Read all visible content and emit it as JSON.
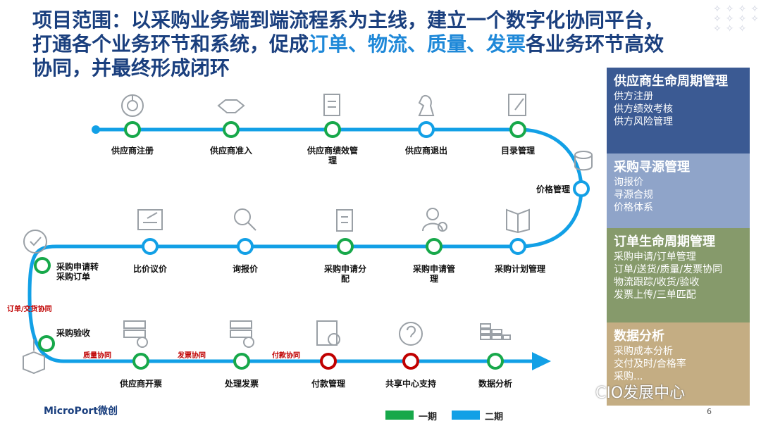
{
  "title": {
    "line1": "项目范围：以采购业务端到端流程系为主线，建立一个数字化协同平台，",
    "line2_a": "打通各个业务环节和系统，促成",
    "line2_hl": "订单、物流、质量、发票",
    "line2_b": "各业务环节高效",
    "line3": "协同，并最终形成闭环"
  },
  "nodes": {
    "n1": "供应商注册",
    "n2": "供应商准入",
    "n3": "供应商绩效管理",
    "n4": "供应商退出",
    "n5": "目录管理",
    "n6": "价格管理",
    "n7": "采购计划管理",
    "n8": "采购申请管理",
    "n9": "采购申请分配",
    "n10": "询报价",
    "n11": "比价议价",
    "n12": "采购申请转采购订单",
    "n13": "采购验收",
    "n14": "供应商开票",
    "n15": "处理发票",
    "n16": "付款管理",
    "n17": "共享中心支持",
    "n18": "数据分析"
  },
  "annotations": {
    "a1": "订单/交货协同",
    "a2": "质量协同",
    "a3": "发票协同",
    "a4": "付款协同"
  },
  "panels": [
    {
      "title": "供应商生命周期管理",
      "items": [
        "供方注册",
        "供方绩效考核",
        "供方风险管理"
      ]
    },
    {
      "title": "采购寻源管理",
      "items": [
        "询报价",
        "寻源合规",
        "价格体系"
      ]
    },
    {
      "title": "订单生命周期管理",
      "items": [
        "采购申请/订单管理",
        "订单/送货/质量/发票协同",
        "物流跟踪/收货/验收",
        "发票上传/三单匹配"
      ]
    },
    {
      "title": "数据分析",
      "items": [
        "采购成本分析",
        "交付及时/合格率",
        "采购..."
      ]
    }
  ],
  "legend": {
    "phase1": "一期",
    "phase2": "二期"
  },
  "colors": {
    "phase1": "#17a84a",
    "phase2": "#12a0e6",
    "red": "#c00000",
    "road": "#12a0e6"
  },
  "logo": "MicroPort微创",
  "watermark": "CIO发展中心",
  "page_number": "6"
}
